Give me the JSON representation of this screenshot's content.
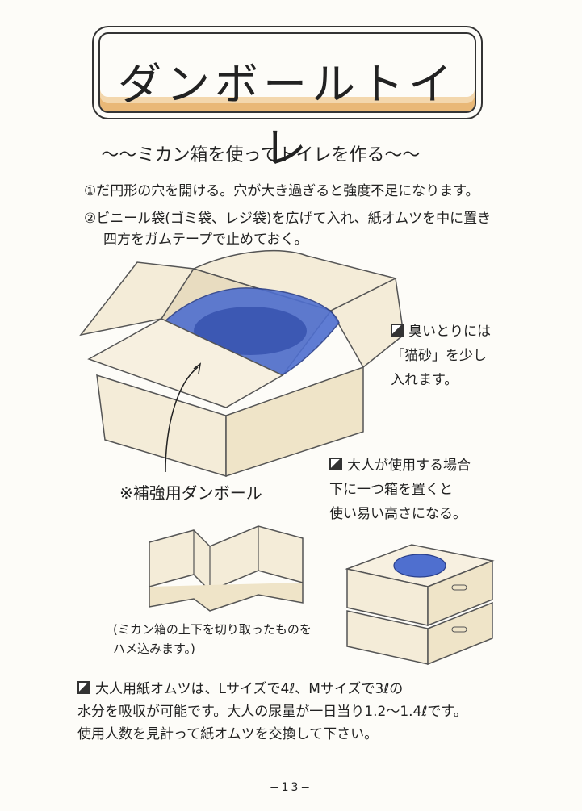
{
  "title": "ダンボールトイレ",
  "subtitle": "〜〜ミカン箱を使ってトイレを作る〜〜",
  "instructions": {
    "step1": "①だ円形の穴を開ける。穴が大き過ぎると強度不足になります。",
    "step2_line1": "②ビニール袋(ゴミ袋、レジ袋)を広げて入れ、紙オムツを中に置き",
    "step2_line2": "四方をガムテープで止めておく。"
  },
  "notes": {
    "odor_line1": "臭いとりには",
    "odor_line2": "「猫砂」を少し",
    "odor_line3": "入れます。",
    "adult_line1": "大人が使用する場合",
    "adult_line2": "下に一つ箱を置くと",
    "adult_line3": "使い易い高さになる。",
    "reinforce_label": "※補強用ダンボール",
    "paren_line1": "(ミカン箱の上下を切り取ったものを",
    "paren_line2": "ハメ込みます。)"
  },
  "bottom_note": {
    "line1": "大人用紙オムツは、Lサイズで4ℓ、Mサイズで3ℓの",
    "line2": "水分を吸収が可能です。大人の尿量が一日当り1.2〜1.4ℓです。",
    "line3": "使用人数を見計って紙オムツを交換して下さい。"
  },
  "page_number": "−13−",
  "colors": {
    "cardboard": "#f4ecd8",
    "bag_blue": "#4f6fcf",
    "title_accent": "#e9b877",
    "ink": "#333333"
  }
}
